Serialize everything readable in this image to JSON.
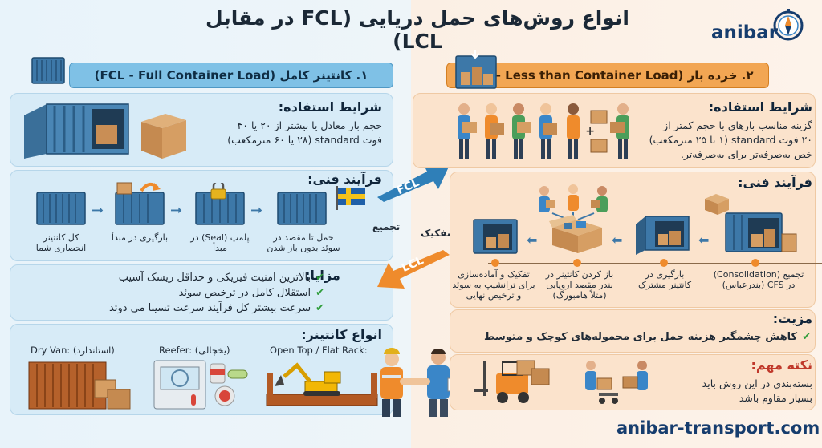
{
  "title": "انواع روش‌های حمل دریایی (FCL در مقابل LCL)",
  "brand": {
    "logo": "anibar",
    "website": "anibar-transport.com"
  },
  "fcl": {
    "header": "۱. کانتینر کامل (FCL - Full Container Load)",
    "conditions_title": "شرایط استفاده:",
    "conditions_line1": "حجم بار معادل یا بیشتر از ۲۰ یا ۴۰",
    "conditions_line2": "فوت standard (۲۸ یا ۶۰ مترمکعب)",
    "process_title": "فرآیند فنی:",
    "steps": [
      {
        "l1": "کل کانتینر",
        "l2": "انحصاری شما"
      },
      {
        "l1": "بارگیری در مبدأ",
        "l2": ""
      },
      {
        "l1": "پلمپ (Seal) در",
        "l2": "مبدأ"
      },
      {
        "l1": "حمل تا مقصد در",
        "l2": "سوئد بدون باز شدن"
      }
    ],
    "advantages_title": "مزایا:",
    "advantages": [
      "بالاترین امنیت فیزیکی و حداقل ریسک آسیب",
      "استقلال کامل در ترخیص سوئد",
      "سرعت بیشتر کل فرآیند سرعت تسینا می ذوئد"
    ],
    "types_title": "انواع کانتینر:",
    "types": [
      "Open Top / Flat Rack:",
      "Reefer: (یخچالی)",
      "Dry Van: (استاندارد)"
    ]
  },
  "lcl": {
    "header": "۲. خرده بار (LCL - Less than Container Load)",
    "conditions_title": "شرایط استفاده:",
    "conditions_line1": "گزینه مناسب بارهای با حجم کمتر از",
    "conditions_line2": "۲۰ فوت standard (۱ تا ۲۵ مترمکعب)",
    "conditions_line3": "خص به‌صرفه‌تر برای به‌صرفه‌تر.",
    "process_title": "فرآیند فنی:",
    "steps": [
      {
        "l1": "تجمیع (Consolidation)",
        "l2": "در CFS (بندرعباس)",
        "l3": ""
      },
      {
        "l1": "بارگیری در",
        "l2": "کانتینر مشترک",
        "l3": ""
      },
      {
        "l1": "باز کردن کانتینر در",
        "l2": "بندر مقصد اروپایی",
        "l3": "(مثلاً هامبورگ)"
      },
      {
        "l1": "تفکیک و آماده‌سازی",
        "l2": "برای ترانشیپ به سوئد",
        "l3": "و ترخیص نهایی"
      }
    ],
    "advantage_title": "مزیت:",
    "advantage": "کاهش چشمگیر هزینه حمل برای محموله‌های کوچک و متوسط",
    "note_title": "نکته مهم:",
    "note_line1": "بسته‌بندی در این روش باید",
    "note_line2": "بسیار مقاوم باشد"
  },
  "arrows": {
    "fcl": "FCL",
    "lcl": "LCL",
    "consolidate": "تجمیع",
    "separate": "تفکیک"
  },
  "colors": {
    "fcl_blue": "#2f7fb8",
    "lcl_orange": "#ef8b2c",
    "check_green": "#2e9d3a",
    "brand_navy": "#163d6e"
  }
}
